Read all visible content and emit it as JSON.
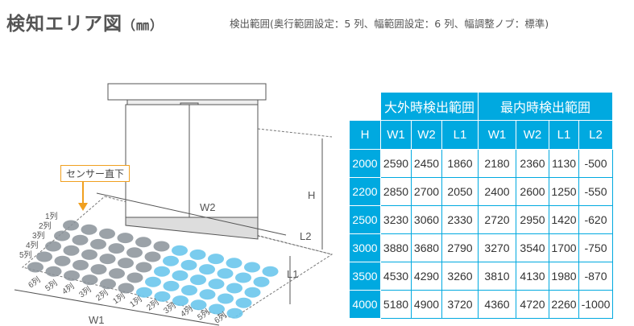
{
  "title": {
    "main": "検知エリア図",
    "unit": "（㎜）"
  },
  "subtitle": "検出範囲(奥行範囲設定：5 列、幅範囲設定：6 列、幅調整ノブ：標準)",
  "diagram": {
    "callout": "センサー直下",
    "labels": {
      "w2": "W2",
      "h": "H",
      "l2": "L2",
      "l1": "L1",
      "w1": "W1"
    },
    "row_labels": [
      "1列",
      "2列",
      "3列",
      "4列",
      "5列"
    ],
    "col_labels_left": [
      "6列",
      "5列",
      "4列",
      "3列",
      "2列",
      "1列"
    ],
    "col_labels_right": [
      "1列",
      "2列",
      "3列",
      "4列",
      "5列",
      "6列"
    ]
  },
  "table": {
    "group_headers": [
      "大外時検出範囲",
      "最内時検出範囲"
    ],
    "col_headers": [
      "H",
      "W1",
      "W2",
      "L1",
      "W1",
      "W2",
      "L1",
      "L2"
    ],
    "rows": [
      [
        "2000",
        "2590",
        "2450",
        "1860",
        "2180",
        "2360",
        "1130",
        "-500"
      ],
      [
        "2200",
        "2850",
        "2700",
        "2050",
        "2400",
        "2600",
        "1250",
        "-550"
      ],
      [
        "2500",
        "3230",
        "3060",
        "2330",
        "2720",
        "2950",
        "1420",
        "-620"
      ],
      [
        "3000",
        "3880",
        "3680",
        "2790",
        "3270",
        "3540",
        "1700",
        "-750"
      ],
      [
        "3500",
        "4530",
        "4290",
        "3260",
        "3810",
        "4130",
        "1980",
        "-870"
      ],
      [
        "4000",
        "5180",
        "4900",
        "3720",
        "4360",
        "4720",
        "2260",
        "-1000"
      ]
    ]
  },
  "colors": {
    "accent": "#00a9e0",
    "callout_border": "#f0a020",
    "dot_dark": "#8a9299",
    "dot_light": "#6cc6ec"
  }
}
